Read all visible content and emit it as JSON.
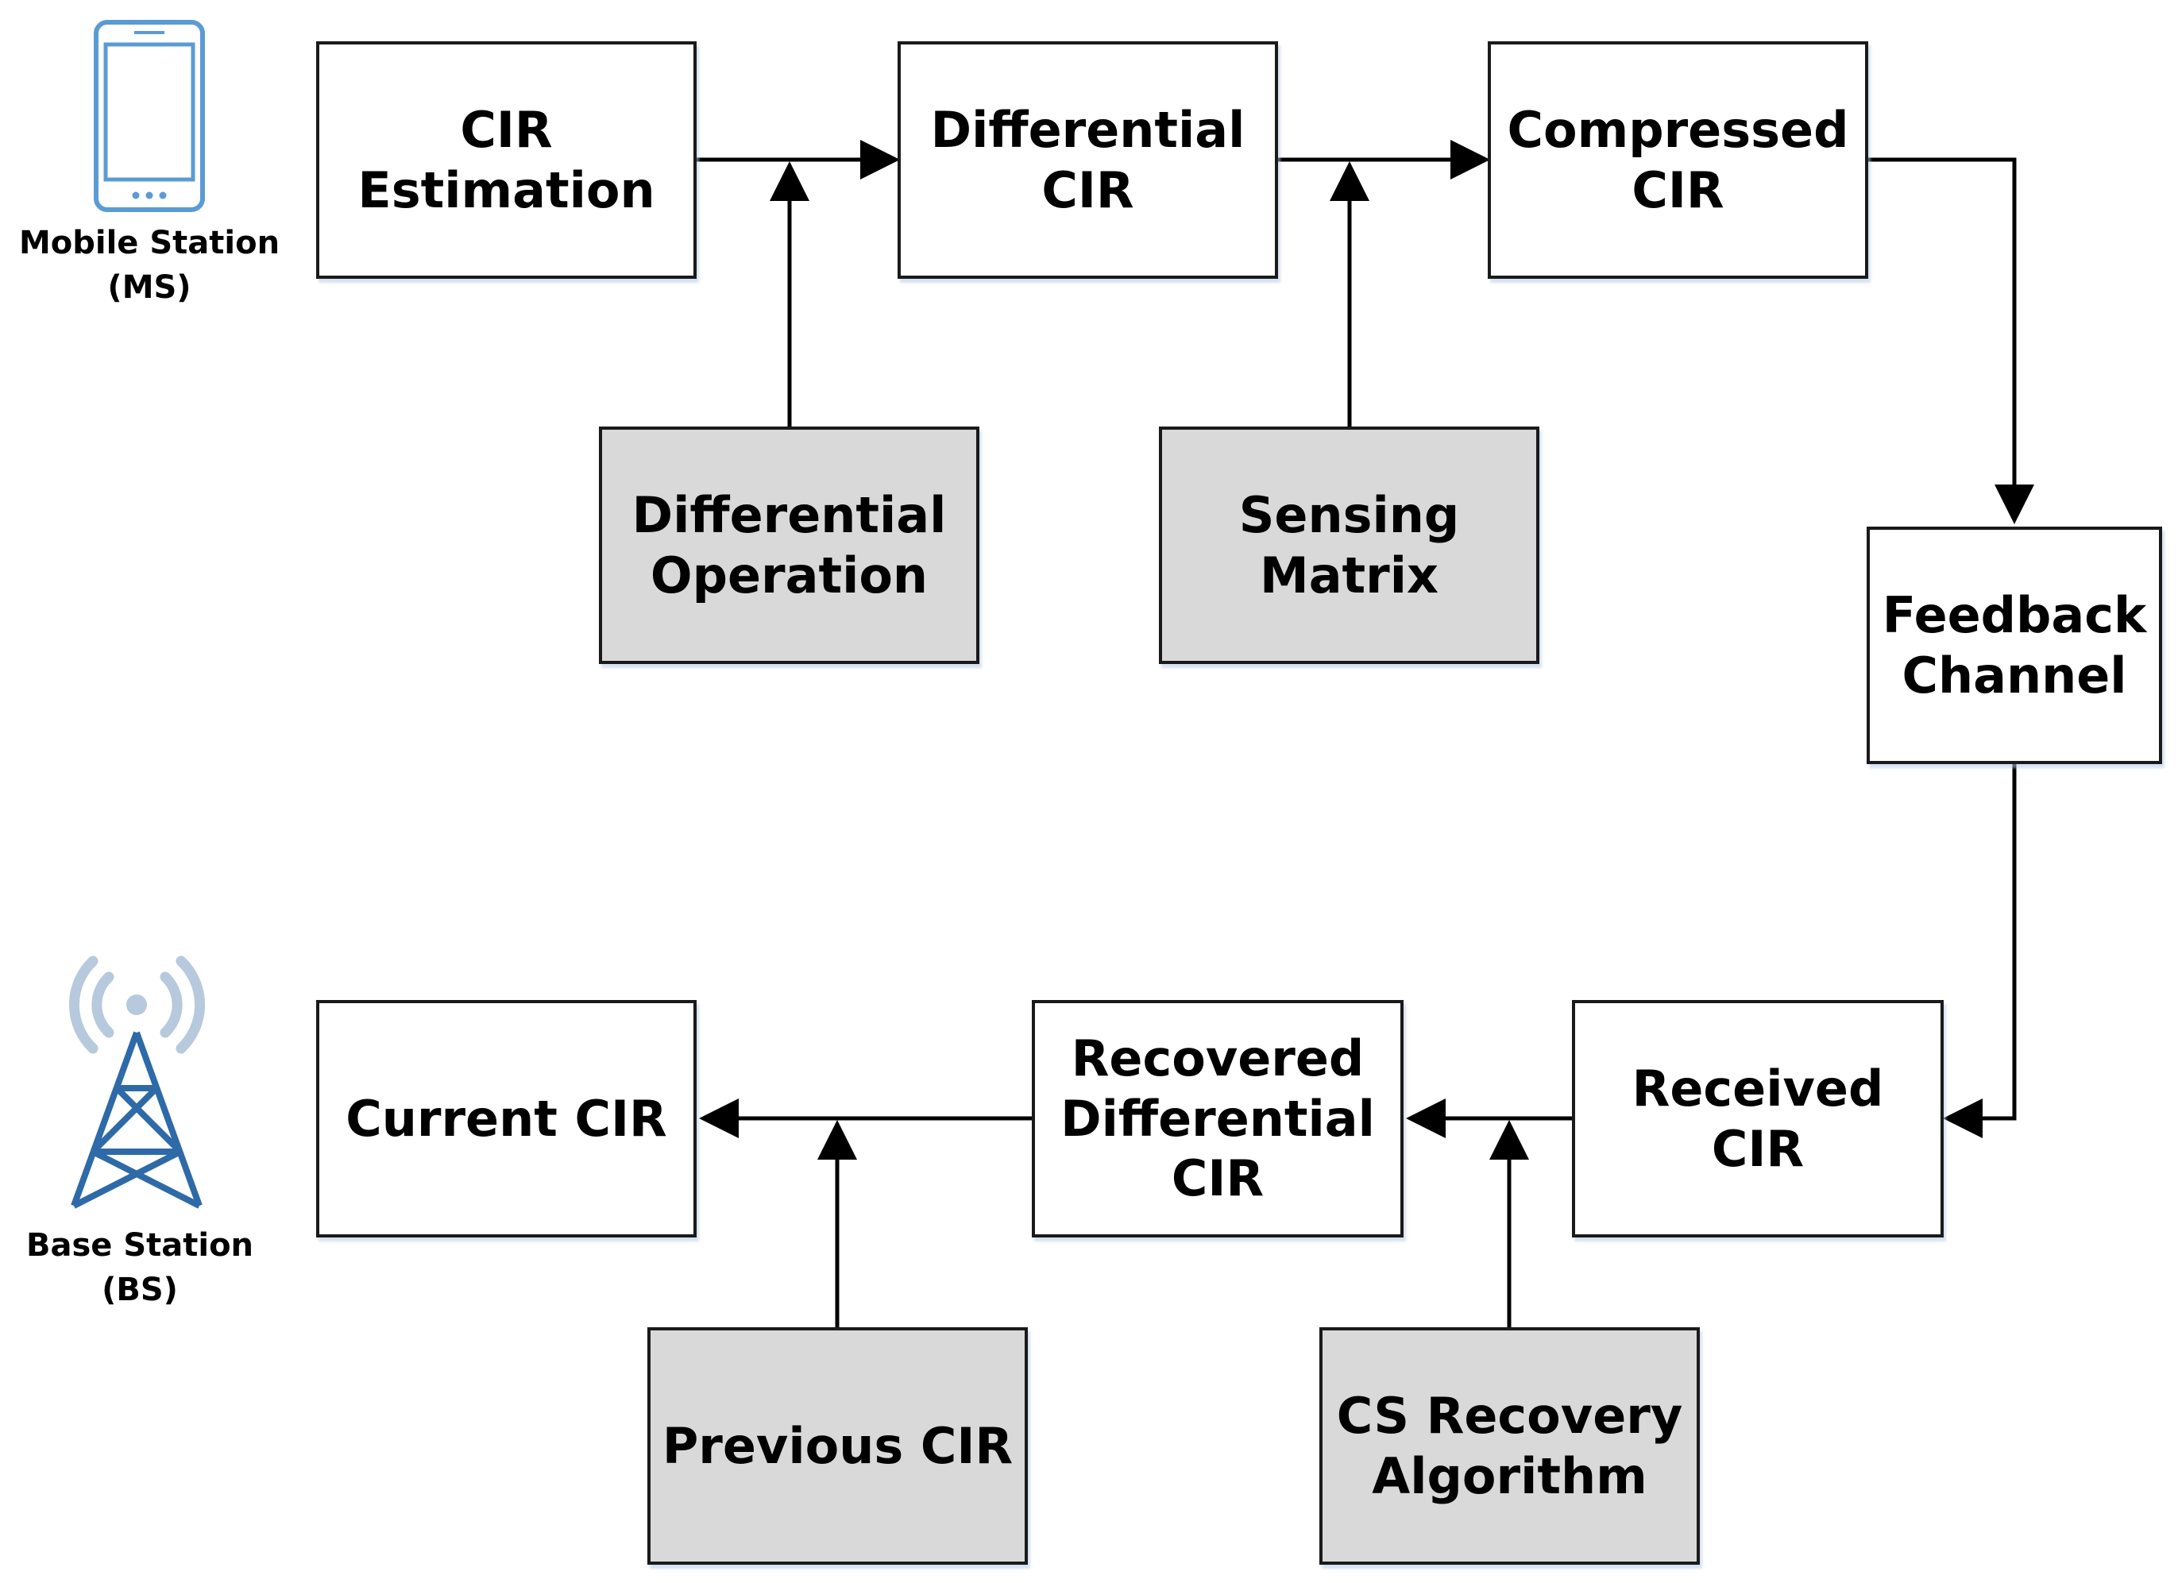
{
  "stations": {
    "mobile": {
      "label": "Mobile Station\n(MS)",
      "icon": "smartphone-icon",
      "icon_color": "#5b9bd5"
    },
    "base": {
      "label": "Base Station\n(BS)",
      "icon": "cell-tower-icon",
      "icon_color": "#2e6aa8",
      "wave_color": "#b7c9dc"
    }
  },
  "blocks": {
    "cir_estimation": "CIR\nEstimation",
    "differential_cir": "Differential\nCIR",
    "compressed_cir": "Compressed\nCIR",
    "differential_operation": "Differential\nOperation",
    "sensing_matrix": "Sensing\nMatrix",
    "feedback_channel": "Feedback\nChannel",
    "received_cir": "Received\nCIR",
    "recovered_differential_cir": "Recovered\nDifferential\nCIR",
    "current_cir": "Current CIR",
    "previous_cir": "Previous CIR",
    "cs_recovery_algorithm": "CS Recovery\nAlgorithm"
  },
  "colors": {
    "process_fill": "#ffffff",
    "input_fill": "#d9d9d9",
    "line": "#000000"
  }
}
